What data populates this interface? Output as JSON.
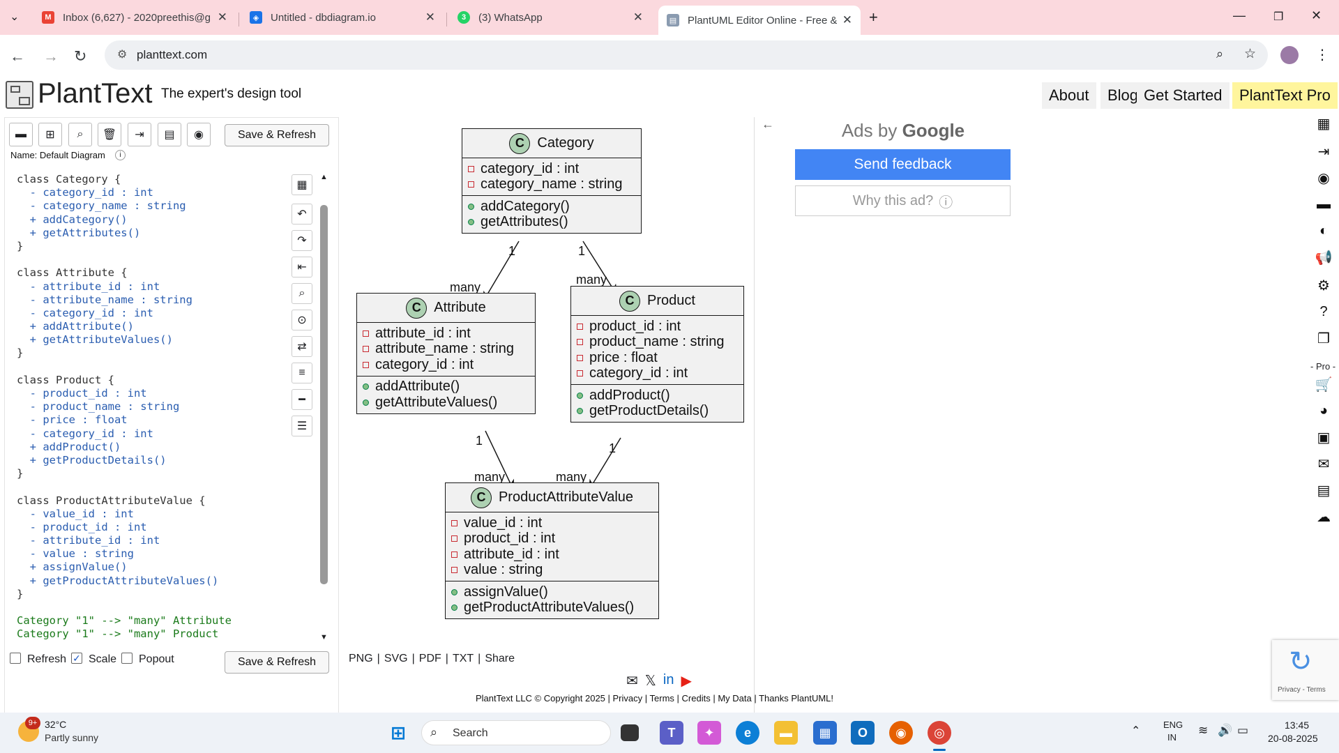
{
  "browser": {
    "tabs": [
      {
        "title": "Inbox (6,627) - 2020preethis@g",
        "favicon": "gmail-icon",
        "active": false
      },
      {
        "title": "Untitled - dbdiagram.io",
        "favicon": "dbdiagram-icon",
        "active": false
      },
      {
        "title": "(3) WhatsApp",
        "favicon": "whatsapp-icon",
        "active": false
      },
      {
        "title": "PlantUML Editor Online - Free &",
        "favicon": "plantuml-icon",
        "active": true
      }
    ],
    "url": "planttext.com"
  },
  "site": {
    "logo": "PlantText",
    "tagline": "The expert's design tool",
    "nav": [
      "About",
      "Blog",
      "Get Started",
      "PlantText Pro"
    ]
  },
  "editor": {
    "save_refresh": "Save & Refresh",
    "diagram_name": "Name: Default Diagram",
    "info": "i",
    "code_lines": [
      [
        "kw",
        "class Category {"
      ],
      [
        "field",
        "  - category_id : int"
      ],
      [
        "field",
        "  - category_name : string"
      ],
      [
        "field",
        "  + addCategory()"
      ],
      [
        "field",
        "  + getAttributes()"
      ],
      [
        "kw",
        "}"
      ],
      [
        "kw",
        ""
      ],
      [
        "kw",
        "class Attribute {"
      ],
      [
        "field",
        "  - attribute_id : int"
      ],
      [
        "field",
        "  - attribute_name : string"
      ],
      [
        "field",
        "  - category_id : int"
      ],
      [
        "field",
        "  + addAttribute()"
      ],
      [
        "field",
        "  + getAttributeValues()"
      ],
      [
        "kw",
        "}"
      ],
      [
        "kw",
        ""
      ],
      [
        "kw",
        "class Product {"
      ],
      [
        "field",
        "  - product_id : int"
      ],
      [
        "field",
        "  - product_name : string"
      ],
      [
        "field",
        "  - price : float"
      ],
      [
        "field",
        "  - category_id : int"
      ],
      [
        "field",
        "  + addProduct()"
      ],
      [
        "field",
        "  + getProductDetails()"
      ],
      [
        "kw",
        "}"
      ],
      [
        "kw",
        ""
      ],
      [
        "kw",
        "class ProductAttributeValue {"
      ],
      [
        "field",
        "  - value_id : int"
      ],
      [
        "field",
        "  - product_id : int"
      ],
      [
        "field",
        "  - attribute_id : int"
      ],
      [
        "field",
        "  - value : string"
      ],
      [
        "field",
        "  + assignValue()"
      ],
      [
        "field",
        "  + getProductAttributeValues()"
      ],
      [
        "kw",
        "}"
      ],
      [
        "kw",
        ""
      ],
      [
        "rel",
        "Category \"1\" --> \"many\" Attribute"
      ],
      [
        "rel",
        "Category \"1\" --> \"many\" Product"
      ]
    ],
    "options": {
      "refresh": "Refresh",
      "scale": "Scale",
      "popout": "Popout",
      "refresh_checked": false,
      "scale_checked": true,
      "popout_checked": false
    }
  },
  "diagram": {
    "classes": [
      {
        "name": "Category",
        "fields": [
          "category_id : int",
          "category_name : string"
        ],
        "methods": [
          "addCategory()",
          "getAttributes()"
        ]
      },
      {
        "name": "Attribute",
        "fields": [
          "attribute_id : int",
          "attribute_name : string",
          "category_id : int"
        ],
        "methods": [
          "addAttribute()",
          "getAttributeValues()"
        ]
      },
      {
        "name": "Product",
        "fields": [
          "product_id : int",
          "product_name : string",
          "price : float",
          "category_id : int"
        ],
        "methods": [
          "addProduct()",
          "getProductDetails()"
        ]
      },
      {
        "name": "ProductAttributeValue",
        "fields": [
          "value_id : int",
          "product_id : int",
          "attribute_id : int",
          "value : string"
        ],
        "methods": [
          "assignValue()",
          "getProductAttributeValues()"
        ]
      }
    ],
    "stereotype": "C",
    "multiplicities": {
      "one": "1",
      "many": "many"
    },
    "exports": [
      "PNG",
      "SVG",
      "PDF",
      "TXT",
      "Share"
    ]
  },
  "ads": {
    "ads_by": "Ads by",
    "google": "Google",
    "send_feedback": "Send feedback",
    "why": "Why this ad?"
  },
  "rail": {
    "pro_label": "- Pro -"
  },
  "footer": {
    "copyright": "PlantText LLC © Copyright 2025",
    "links": [
      "Privacy",
      "Terms",
      "Credits",
      "My Data",
      "Thanks PlantUML!"
    ],
    "recaptcha": "Privacy - Terms"
  },
  "taskbar": {
    "weather_temp": "32°C",
    "weather_desc": "Partly sunny",
    "weather_badge": "9+",
    "search": "Search",
    "lang1": "ENG",
    "lang2": "IN",
    "time": "13:45",
    "date": "20-08-2025"
  },
  "colors": {
    "tabbar": "#fbd9de",
    "feedback": "#4285f4",
    "pro": "#fff59d",
    "class_bg": "#f1f1f1",
    "stereotype": "#add1b2"
  }
}
